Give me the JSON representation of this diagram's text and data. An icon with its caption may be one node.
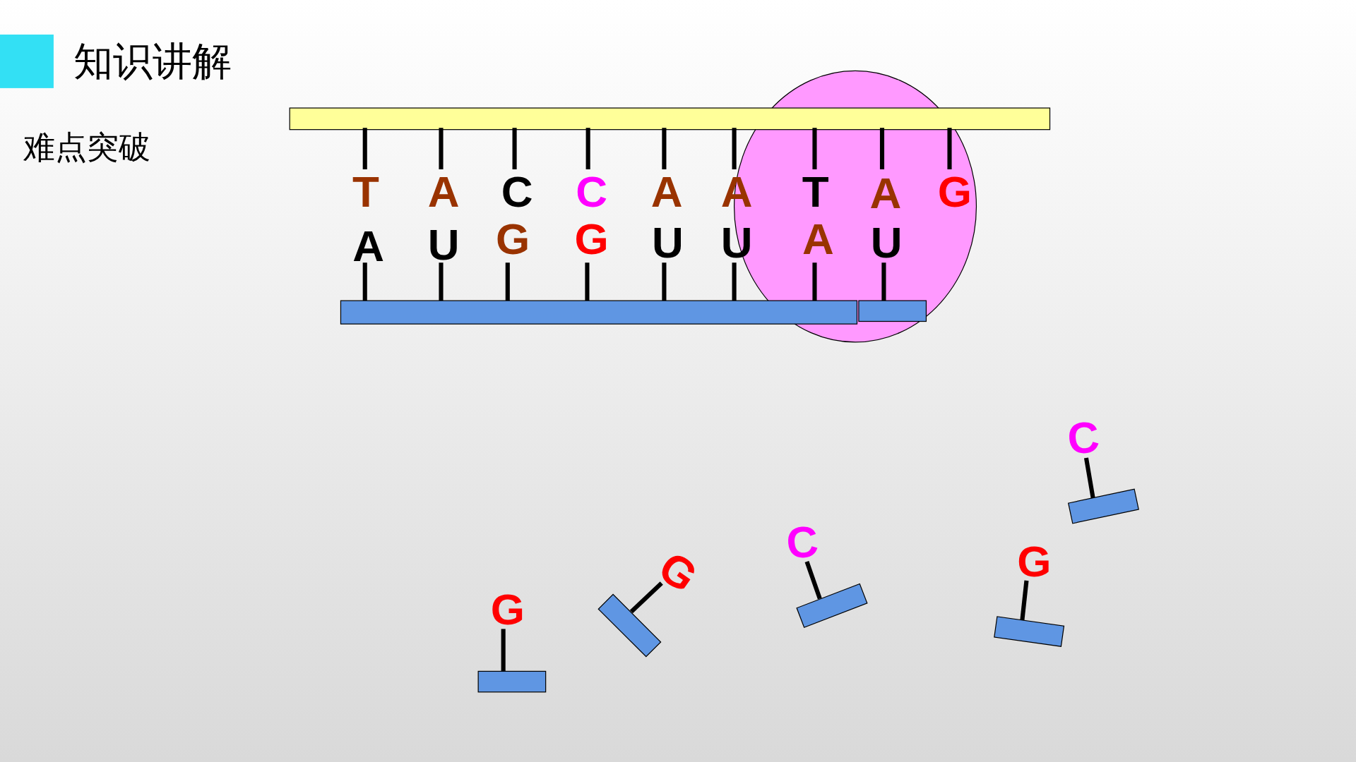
{
  "diagram": {
    "title": "知识讲解",
    "labels": [
      "难点突破",
      "T",
      "A",
      "C",
      "C",
      "A",
      "A",
      "T",
      "A",
      "G",
      "A",
      "U",
      "G",
      "G",
      "U",
      "U",
      "A",
      "U",
      "C",
      "G",
      "C",
      "G",
      "G"
    ]
  }
}
